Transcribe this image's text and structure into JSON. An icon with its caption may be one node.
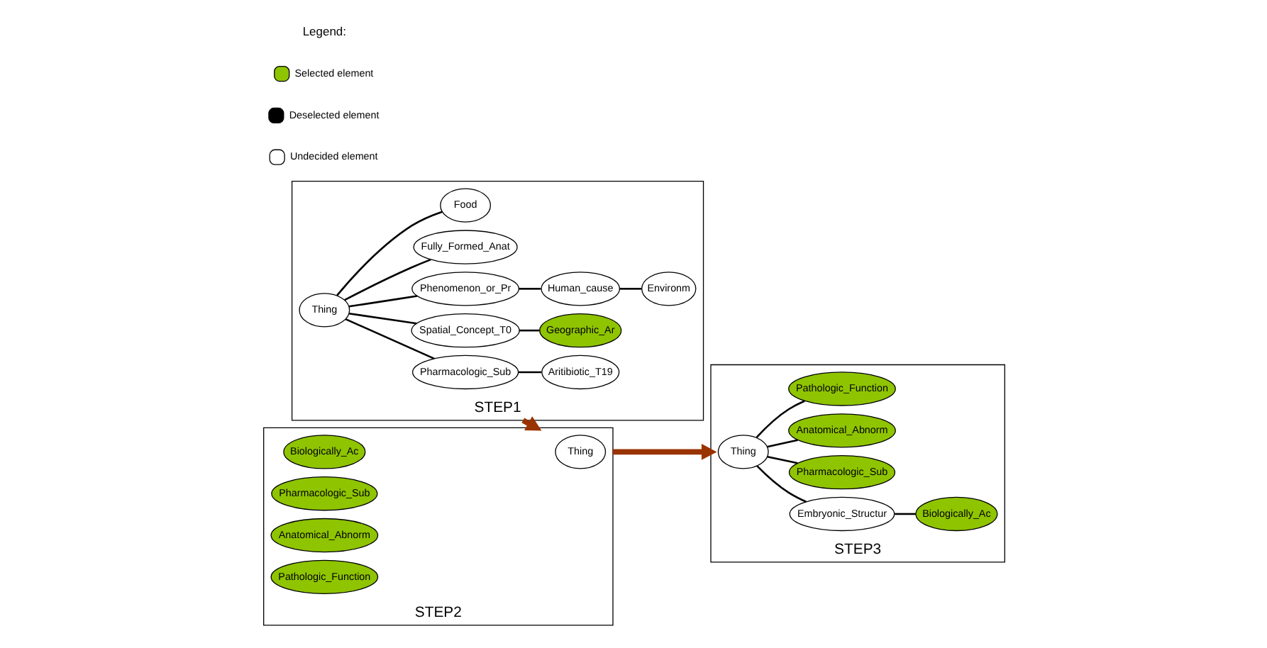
{
  "diagram": {
    "nodes": [
      {
        "text": [
          "STEP1"
        ]
      },
      {
        "text": [
          "Thing"
        ],
        "in": 0
      },
      {
        "text": [
          "Pharmacologic_Sub"
        ],
        "in": 0
      },
      {
        "text": [
          "Aritibiotic_T19"
        ],
        "in": 0
      },
      {
        "text": [
          "Spatial_Concept_T0"
        ],
        "in": 0
      },
      {
        "text": [
          "Geographic_Ar"
        ],
        "in": 0
      },
      {
        "text": [
          "Phenomenon_or_Pr"
        ],
        "in": 0
      },
      {
        "text": [
          "Human_cause"
        ],
        "in": 0
      },
      {
        "text": [
          "Environm"
        ],
        "in": 0
      },
      {
        "text": [
          "Fully_Formed_Anat"
        ],
        "in": 0
      },
      {
        "text": [
          "Food"
        ],
        "in": 0
      },
      {
        "text": [
          "STEP2"
        ]
      },
      {
        "text": [
          "Thing"
        ],
        "in": 11
      },
      {
        "text": [
          "Biologically_Ac"
        ],
        "in": 11
      },
      {
        "text": [
          "Pharmacologic_Sub"
        ],
        "in": 11
      },
      {
        "text": [
          "Anatomical_Abnorm"
        ],
        "in": 11
      },
      {
        "text": [
          "Pathologic_Function"
        ],
        "in": 11
      },
      {
        "text": [
          "STEP3"
        ]
      },
      {
        "text": [
          "Thing"
        ],
        "in": 17
      },
      {
        "text": [
          "Embryonic_Structur"
        ],
        "in": 17
      },
      {
        "text": [
          "Biologically_Ac"
        ],
        "in": 17
      },
      {
        "text": [
          "Pharmacologic_Sub"
        ],
        "in": 17
      },
      {
        "text": [
          "Anatomical_Abnorm"
        ],
        "in": 17
      },
      {
        "text": [
          "Pathologic_Function"
        ],
        "in": 17
      }
    ],
    "edges": [
      {
        "from": 1,
        "to": 2,
        "arrow": "none"
      },
      {
        "from": 2,
        "to": 3,
        "arrow": "none"
      },
      {
        "from": 1,
        "to": 4,
        "arrow": "none"
      },
      {
        "from": 4,
        "to": 5,
        "arrow": "none"
      },
      {
        "from": 1,
        "to": 6,
        "arrow": "none"
      },
      {
        "from": 6,
        "to": 7,
        "arrow": "none"
      },
      {
        "from": 7,
        "to": 8,
        "arrow": "none"
      },
      {
        "from": 1,
        "to": 9,
        "arrow": "none"
      },
      {
        "from": 1,
        "to": 10,
        "arrow": "none"
      },
      {
        "from": 0,
        "to": 11,
        "arrow": "to",
        "style": "thick",
        "color": "#993300"
      },
      {
        "from": 11,
        "to": 17,
        "arrow": "to",
        "style": "thick",
        "color": "#993300"
      },
      {
        "from": 18,
        "to": 19,
        "arrow": "none"
      },
      {
        "from": 19,
        "to": 20,
        "arrow": "none"
      },
      {
        "from": 18,
        "to": 21,
        "arrow": "none"
      },
      {
        "from": 18,
        "to": 22,
        "arrow": "none"
      },
      {
        "from": 18,
        "to": 23,
        "arrow": "none"
      }
    ],
    "labels": [
      "Legend:"
    ],
    "legend": [
      {
        "text": "Selected element",
        "color": "#8fc400"
      },
      {
        "text": "Deselected element",
        "color": "#000000"
      },
      {
        "text": "Undecided element",
        "color": "#ffffff"
      }
    ]
  }
}
